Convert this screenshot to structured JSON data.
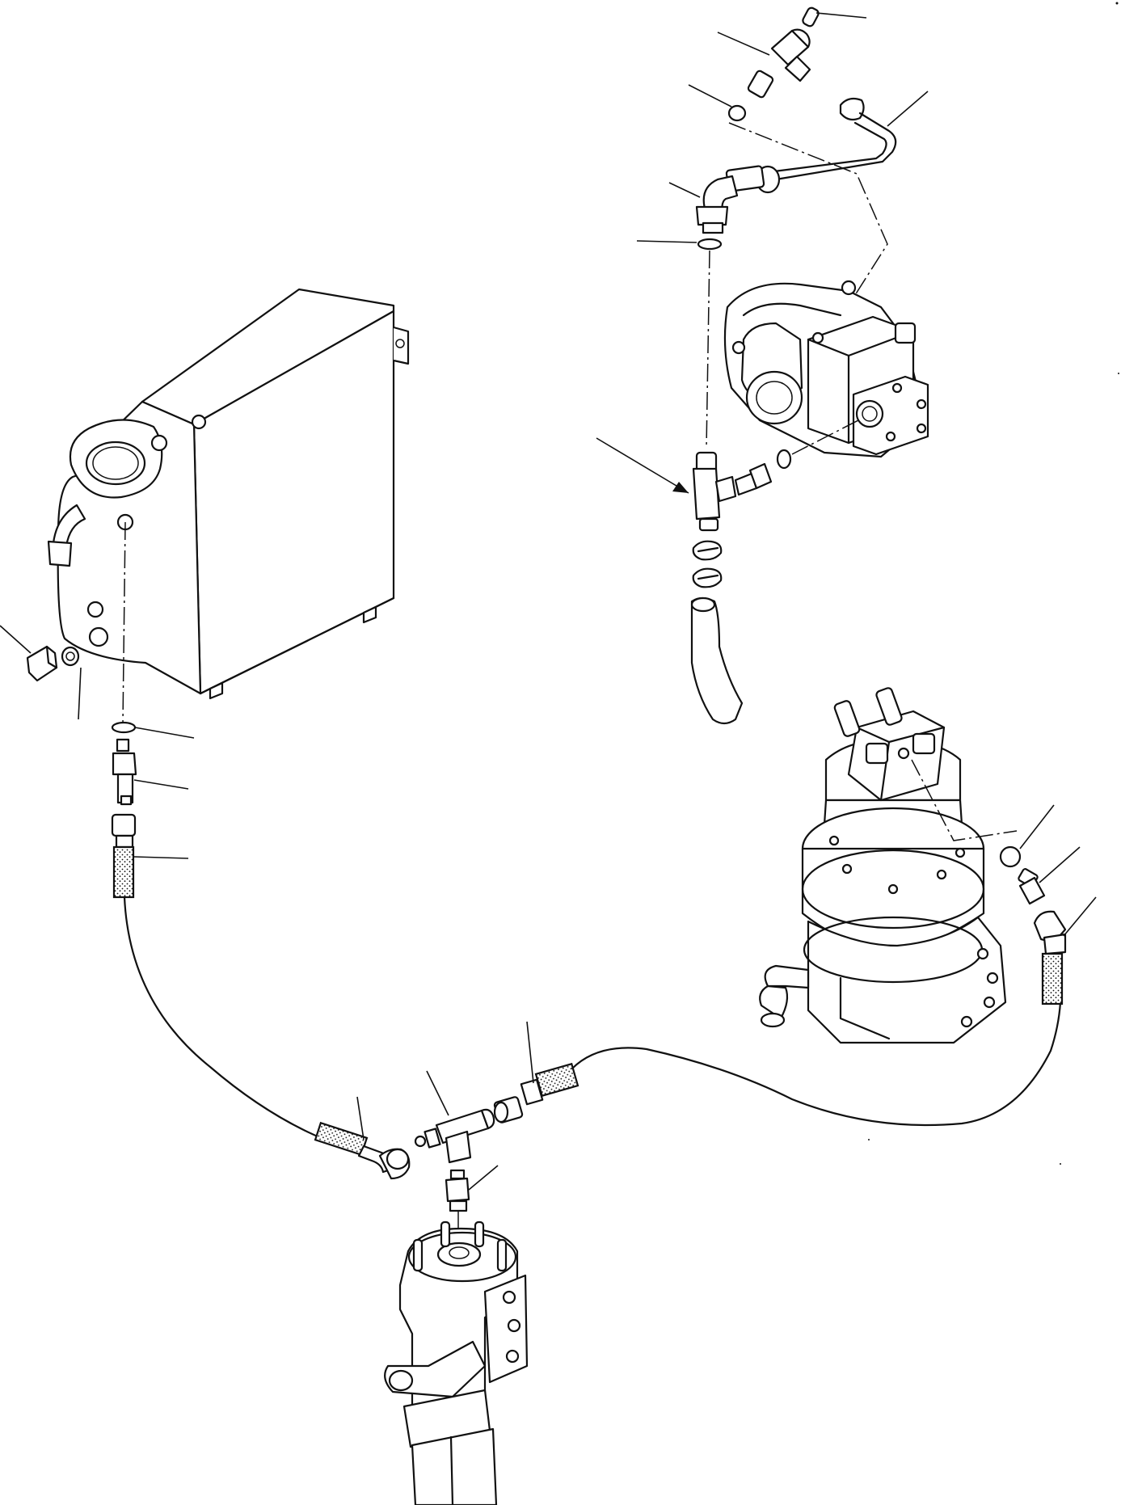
{
  "diagram": {
    "type": "exploded parts diagram",
    "colors": {
      "ink": "#111111",
      "paper": "#ffffff"
    },
    "components": [
      "oil-cooler-tank",
      "hydraulic-pump",
      "swing-motor",
      "swivel-joint",
      "hose-assembly",
      "tee-fitting",
      "elbow-fitting",
      "connector-fitting",
      "o-ring",
      "drain-plug",
      "washer",
      "hose-clamp"
    ]
  }
}
